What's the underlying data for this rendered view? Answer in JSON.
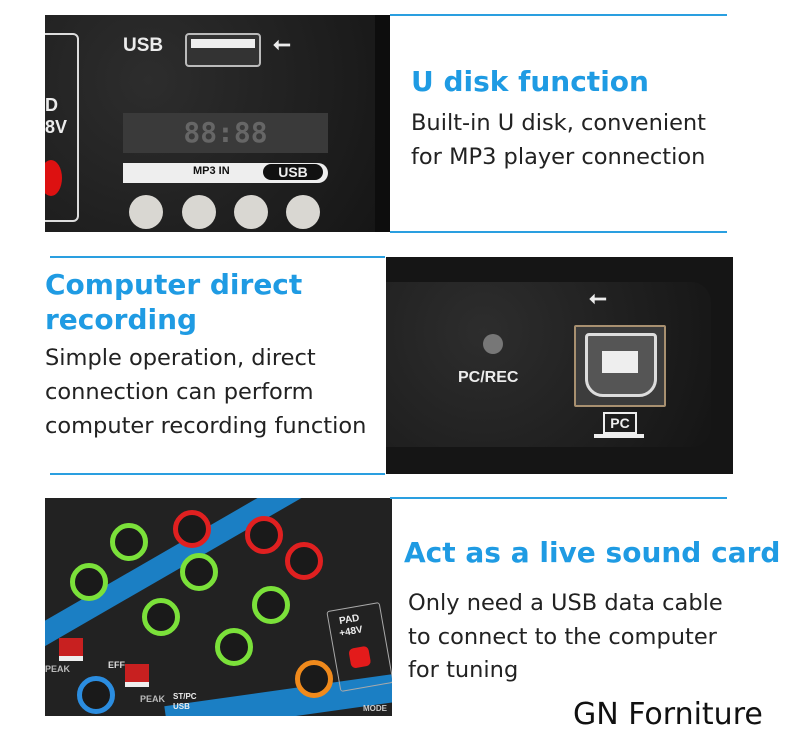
{
  "section1": {
    "heading": "U disk function",
    "body": [
      "Built-in U disk, convenient",
      "for MP3 player connection"
    ],
    "photo": {
      "usb_label": "USB",
      "display": "88:88",
      "mp3_label": "MP3 IN",
      "usb_badge": "USB",
      "side_text": [
        "D",
        "8V"
      ]
    }
  },
  "section2": {
    "heading": [
      "Computer direct",
      "recording"
    ],
    "body": [
      "Simple operation, direct",
      "connection can perform",
      "computer recording function"
    ],
    "photo": {
      "led_label": "PC/REC",
      "pc_label": "PC"
    }
  },
  "section3": {
    "heading": "Act as a live sound card",
    "body": [
      "Only need a USB data cable",
      "to connect to the computer",
      "for tuning"
    ],
    "photo": {
      "pad_label": [
        "PAD",
        "+48V"
      ],
      "eff_label": "EFF",
      "peak_label": "PEAK",
      "stpc_label": "ST/PC",
      "usb_label": "USB",
      "mode_label": "MODE"
    }
  },
  "watermark": "GN Forniture",
  "colors": {
    "accent": "#1f9be3",
    "body_text": "#222222"
  }
}
